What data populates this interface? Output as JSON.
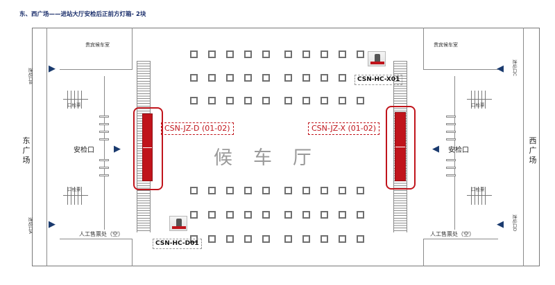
{
  "title": "东、西广场——进站大厅安检后正前方灯箱- 2块",
  "plan": {
    "hall_label": "候车厅",
    "east_square": [
      "东",
      "广",
      "场"
    ],
    "west_square": [
      "西",
      "广",
      "场"
    ],
    "vip_lounge_left": "贵宾候车室",
    "vip_lounge_right": "贵宾候车室",
    "security_left": "安检口",
    "security_right": "安检口",
    "manual_ticket_left": "人工售票处（空）",
    "manual_ticket_right": "人工售票处（空）",
    "entrance_left_top": "进站口B",
    "entrance_left_bottom": "进站口A",
    "entrance_right_top": "进站口C",
    "entrance_right_bottom": "进站口D",
    "gate_text_upper": "口检票",
    "gate_text_lower": "口检票"
  },
  "ads": [
    {
      "id": "CSN-JZ-D (01-02)",
      "color": "#c0141b",
      "units": 2
    },
    {
      "id": "CSN-JZ-X  (01-02)",
      "color": "#c0141b",
      "units": 2
    }
  ],
  "devices": [
    {
      "id": "CSN-HC-X01"
    },
    {
      "id": "CSN-HC-D01"
    }
  ],
  "icons": {
    "arrow_right": "▶",
    "arrow_left": "◀",
    "entry_arrow": "arrow-icon"
  },
  "colors": {
    "accent_red": "#c0141b",
    "title_blue": "#1a2e6b",
    "arrow_navy": "#1a3a6e"
  }
}
